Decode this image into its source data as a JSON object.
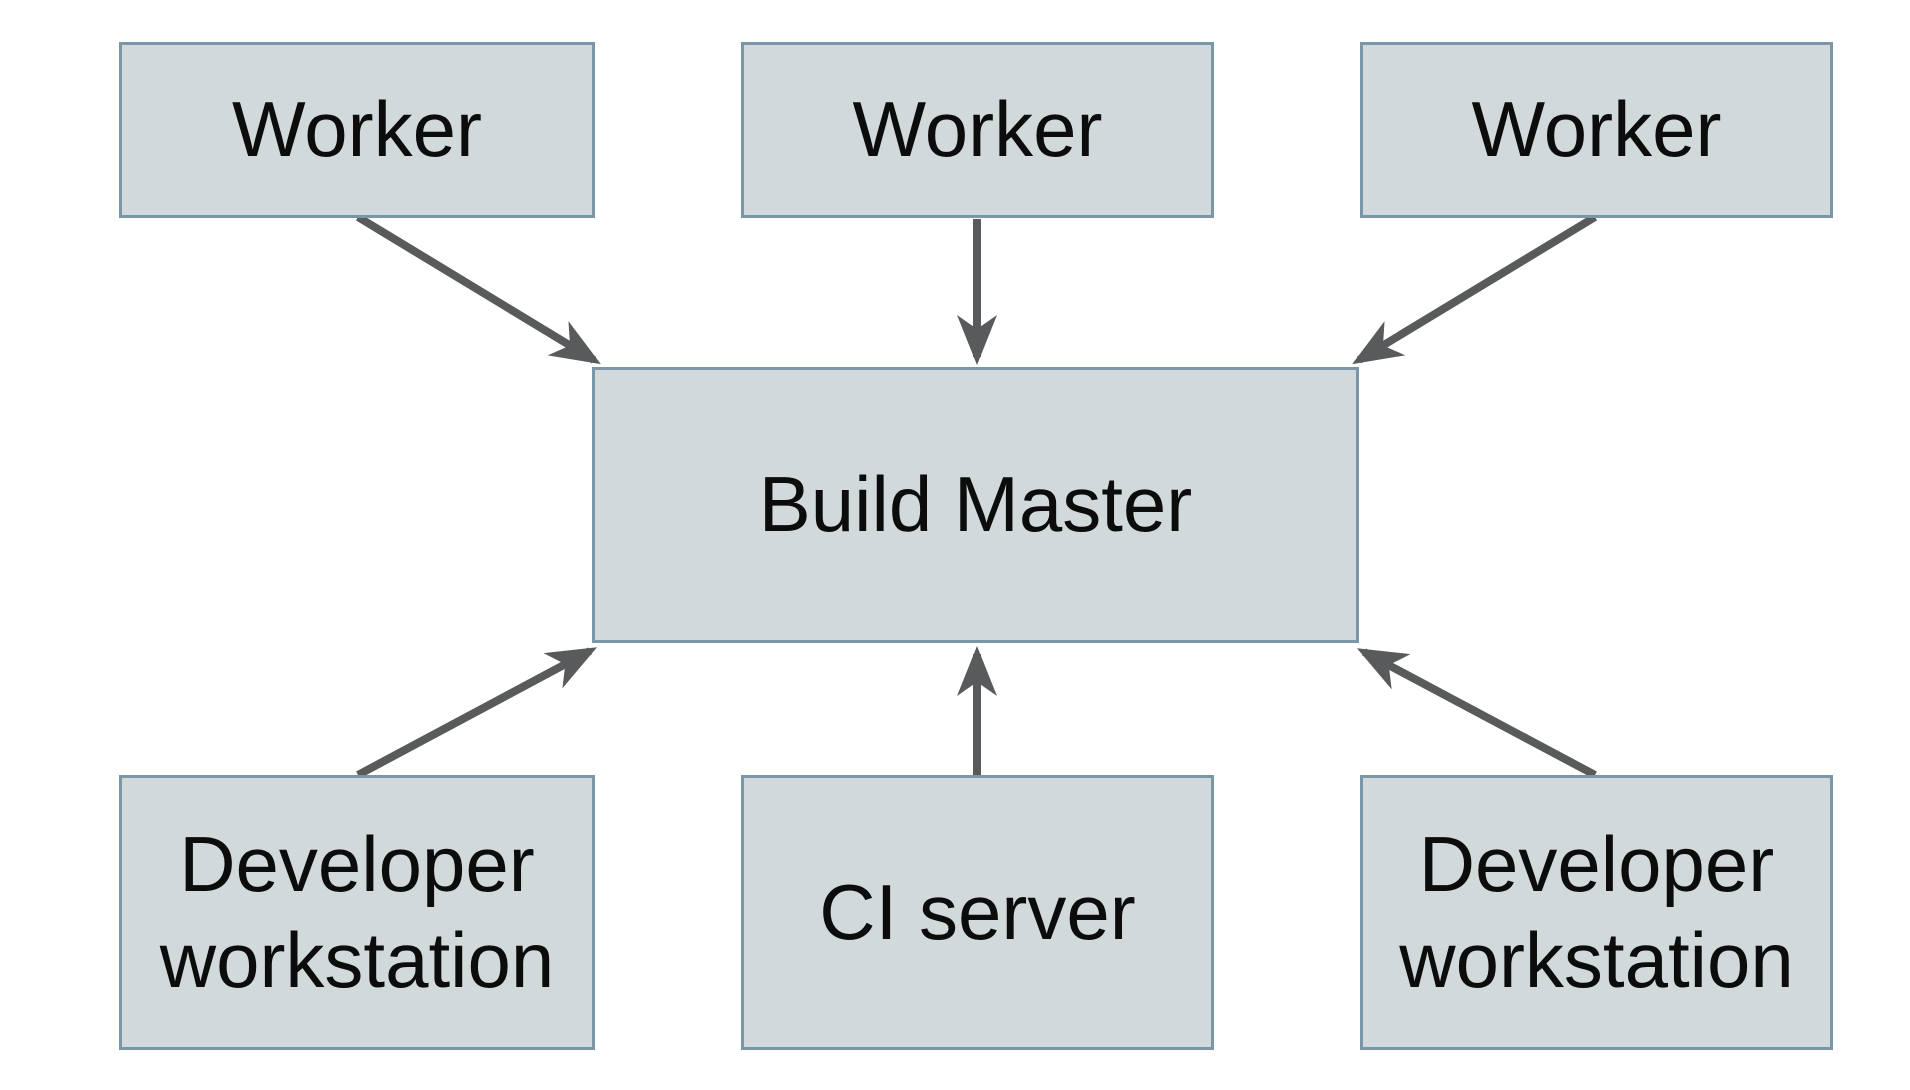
{
  "diagram": {
    "type": "node-link-diagram",
    "background_color": "#ffffff",
    "node_fill_color": "#d1d9db",
    "node_border_color": "#7b96a6",
    "arrow_color": "#595a5c",
    "text_color": "#0c0c0c",
    "nodes": [
      {
        "id": "worker-1",
        "label": "Worker"
      },
      {
        "id": "worker-2",
        "label": "Worker"
      },
      {
        "id": "worker-3",
        "label": "Worker"
      },
      {
        "id": "build-master",
        "label": "Build Master"
      },
      {
        "id": "developer-workstation-left",
        "label": "Developer workstation"
      },
      {
        "id": "ci-server",
        "label": "CI server"
      },
      {
        "id": "developer-workstation-right",
        "label": "Developer workstation"
      }
    ],
    "edges": [
      {
        "from": "worker-1",
        "to": "build-master",
        "direction": "into-build-master"
      },
      {
        "from": "worker-2",
        "to": "build-master",
        "direction": "into-build-master"
      },
      {
        "from": "worker-3",
        "to": "build-master",
        "direction": "into-build-master"
      },
      {
        "from": "developer-workstation-left",
        "to": "build-master",
        "direction": "into-build-master"
      },
      {
        "from": "ci-server",
        "to": "build-master",
        "direction": "into-build-master"
      },
      {
        "from": "developer-workstation-right",
        "to": "build-master",
        "direction": "into-build-master"
      }
    ]
  }
}
